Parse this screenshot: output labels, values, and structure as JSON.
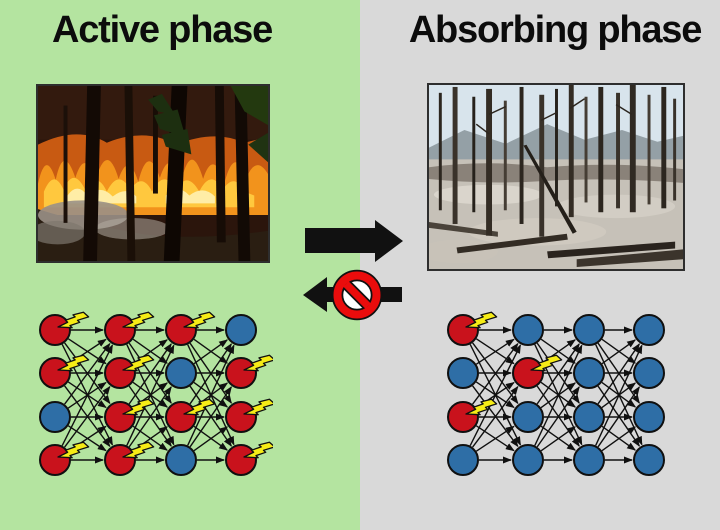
{
  "panels": {
    "active": {
      "title": "Active phase",
      "network": {
        "rows": 4,
        "columns": 4,
        "node_states": [
          [
            1,
            1,
            1,
            0
          ],
          [
            1,
            1,
            0,
            1
          ],
          [
            0,
            1,
            1,
            1
          ],
          [
            1,
            1,
            0,
            1
          ]
        ]
      }
    },
    "absorbing": {
      "title": "Absorbing phase",
      "network": {
        "rows": 4,
        "columns": 4,
        "node_states": [
          [
            1,
            0,
            0,
            0
          ],
          [
            0,
            1,
            0,
            0
          ],
          [
            1,
            0,
            0,
            0
          ],
          [
            0,
            0,
            0,
            0
          ]
        ]
      }
    }
  },
  "transition": {
    "forward_icon": "right-arrow",
    "backward_icon": "left-arrow",
    "backward_overlay_icon": "no-entry"
  },
  "node_glyphs": {
    "firing_node_icon": "lightning-bolt",
    "firing_state_value": 1,
    "quiescent_state_value": 0
  },
  "colors": {
    "active_bg": "#b4e4a0",
    "absorbing_bg": "#d9d9d9",
    "arrow_black": "#111111",
    "no_entry_red": "#ea0c0c",
    "active_node_red": "#c9121c",
    "inactive_node_blue": "#2e6ea6",
    "lightning_yellow": "#f6ec16",
    "edge_black": "#101010",
    "title_black": "#0c0c0c"
  }
}
